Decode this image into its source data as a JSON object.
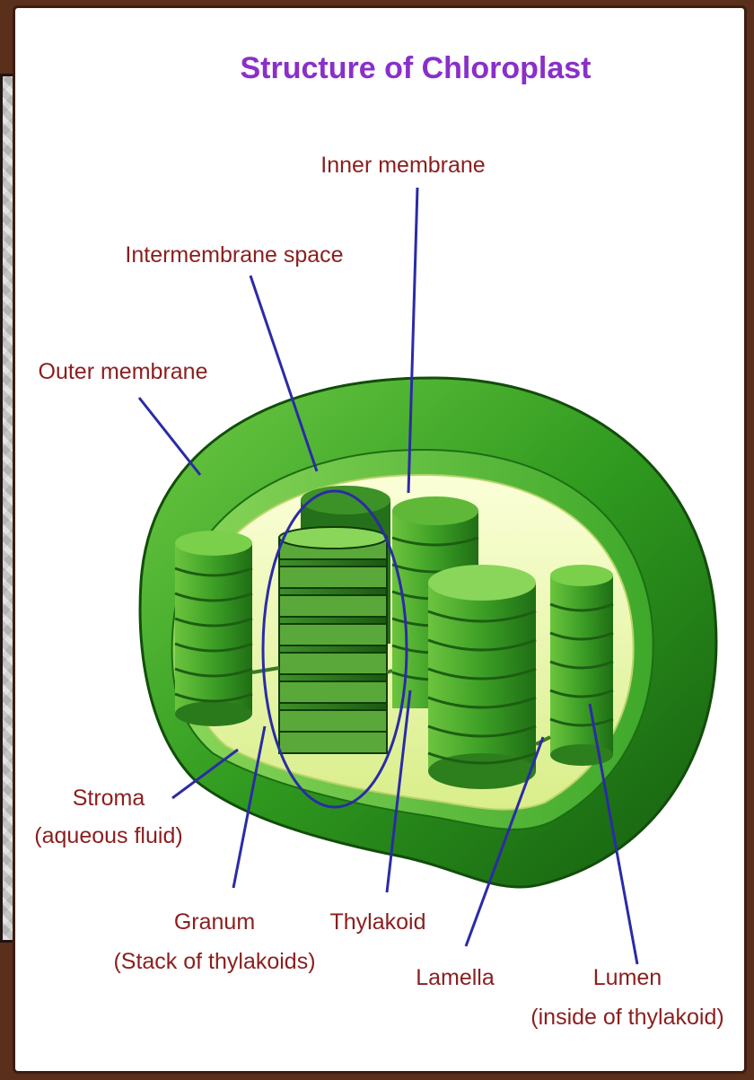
{
  "title": "Structure of Chloroplast",
  "labels": {
    "inner_membrane": "Inner membrane",
    "intermembrane_space": "Intermembrane space",
    "outer_membrane": "Outer membrane",
    "stroma": "Stroma",
    "stroma_note": "(aqueous fluid)",
    "granum": "Granum",
    "granum_note": "(Stack of thylakoids)",
    "thylakoid": "Thylakoid",
    "lamella": "Lamella",
    "lumen": "Lumen",
    "lumen_note": "(inside of thylakoid)"
  },
  "colors": {
    "title": "#8a2fc9",
    "label": "#8b1e1e",
    "pointer": "#2b2ba6",
    "outer_green": "#2e8b1f",
    "inner_yellow": "#e6f2a0",
    "frame": "#5a2f1c"
  }
}
